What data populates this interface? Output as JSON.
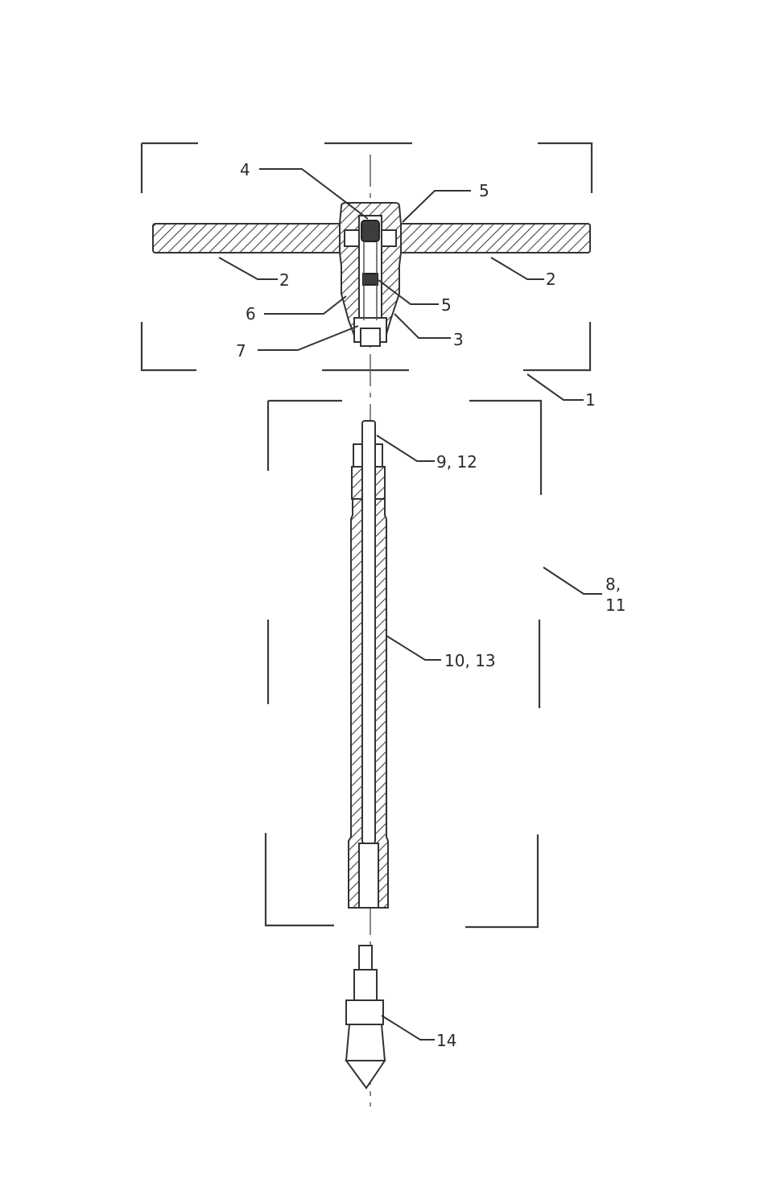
{
  "labels": {
    "l4": "4",
    "l5a": "5",
    "l2a": "2",
    "l2b": "2",
    "l6": "6",
    "l5b": "5",
    "l7": "7",
    "l3": "3",
    "l1": "1",
    "l912": "9, 12",
    "l811a": "8,",
    "l811b": "11",
    "l1013": "10, 13",
    "l14": "14"
  }
}
